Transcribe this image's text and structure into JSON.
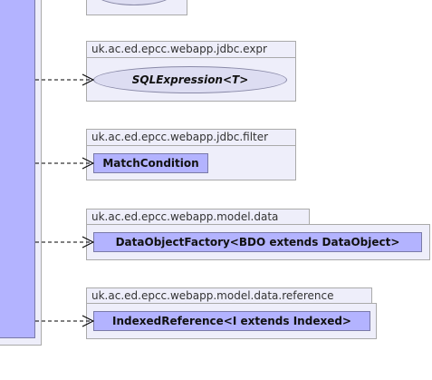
{
  "packages": [
    {
      "name": "",
      "element": "",
      "kind": "interface"
    },
    {
      "name": "uk.ac.ed.epcc.webapp.jdbc.expr",
      "element": "SQLExpression<T>",
      "kind": "interface"
    },
    {
      "name": "uk.ac.ed.epcc.webapp.jdbc.filter",
      "element": "MatchCondition",
      "kind": "class"
    },
    {
      "name": "uk.ac.ed.epcc.webapp.model.data",
      "element": "DataObjectFactory<BDO extends DataObject>",
      "kind": "class"
    },
    {
      "name": "uk.ac.ed.epcc.webapp.model.data.reference",
      "element": "IndexedReference<I extends Indexed>",
      "kind": "class"
    }
  ],
  "colors": {
    "class_fill": "#b3b3ff",
    "package_fill": "#eeeefa",
    "package_border": "#aaaaaa",
    "interface_fill": "#ddddf2"
  }
}
